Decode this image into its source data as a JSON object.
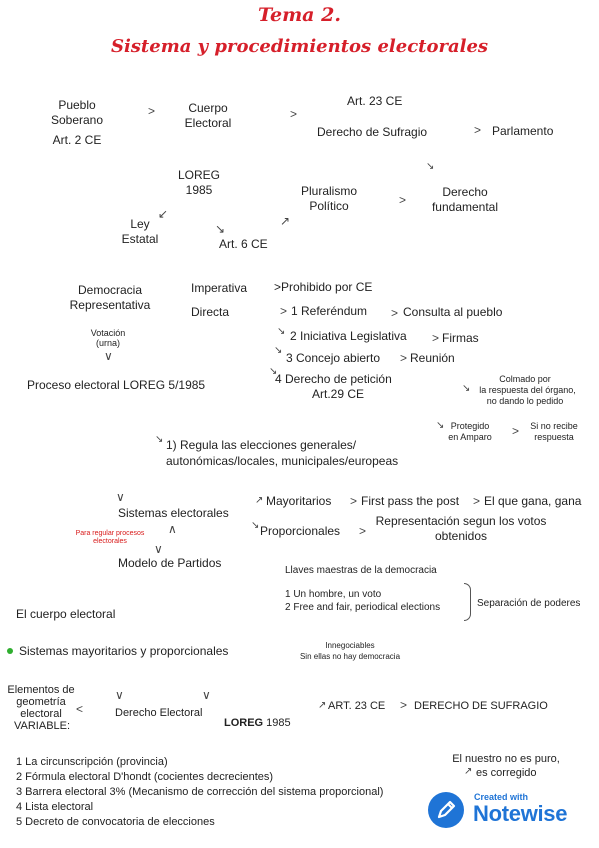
{
  "header": {
    "title": "Tema 2.",
    "subtitle": "Sistema y procedimientos electorales"
  },
  "flow1": {
    "pueblo": "Pueblo",
    "soberano": "Soberano",
    "art2": "Art. 2 CE",
    "cuerpo": "Cuerpo",
    "electoral": "Electoral",
    "art23": "Art. 23 CE",
    "derecho_sufragio": "Derecho de Sufragio",
    "parlamento": "Parlamento"
  },
  "flow2": {
    "loreg": "LOREG",
    "year": "1985",
    "ley": "Ley",
    "estatal": "Estatal",
    "art6": "Art. 6 CE",
    "pluralismo": "Pluralismo",
    "politico": "Político",
    "derecho": "Derecho",
    "fundamental": "fundamental"
  },
  "democracia": {
    "label1": "Democracia",
    "label2": "Representativa",
    "imperativa": "Imperativa",
    "prohibido": ">Prohibido por CE",
    "directa": "Directa",
    "item1": "1  Referéndum",
    "item1b": "Consulta al pueblo",
    "item2": "2  Iniciativa Legislativa",
    "item2b": "Firmas",
    "item3": "3  Concejo abierto",
    "item3b": "Reunión",
    "item4": "4  Derecho de petición",
    "item4b": "Art.29 CE",
    "votacion": "Votación",
    "urna": "(urna)",
    "colmado1": "Colmado por",
    "colmado2": "la respuesta del órgano,",
    "colmado3": "no dando lo pedido",
    "protegido1": "Protegido",
    "protegido2": "en Amparo",
    "sino1": "Si no recibe",
    "sino2": "respuesta"
  },
  "proceso": {
    "title": "Proceso electoral LOREG 5/1985",
    "regula1": "1) Regula las elecciones generales/",
    "regula2": "autonómicas/locales, municipales/europeas"
  },
  "sistemas": {
    "title": "Sistemas electorales",
    "mayoritarios": "Mayoritarios",
    "first_pass": "First pass the post",
    "gana": "El que gana, gana",
    "proporcionales": "Proporcionales",
    "representacion1": "Representación segun los votos",
    "representacion2": "obtenidos",
    "para1": "Para regular procesos",
    "para2": "electorales",
    "modelo": "Modelo de Partidos"
  },
  "llaves": {
    "title": "Llaves maestras de la democracia",
    "item1": "1  Un hombre, un voto",
    "item2": "2  Free and fair, periodical elections",
    "separacion": "Separación de poderes",
    "innegociables": "Innegociables",
    "sin_ellas": "Sin ellas no hay democracia"
  },
  "sections": {
    "cuerpo_electoral": "El cuerpo electoral",
    "sistemas_mayoritarios": "Sistemas mayoritarios y proporcionales"
  },
  "elementos": {
    "line1": "Elementos de",
    "line2": "geometría",
    "line3": "electoral",
    "line4": "VARIABLE:",
    "derecho_electoral": "Derecho Electoral",
    "loreg": "LOREG",
    "loreg_year": " 1985",
    "art23": "ART. 23 CE",
    "derecho_sufragio": "DERECHO DE SUFRAGIO"
  },
  "list": [
    "1  La circunscripción (provincia)",
    "2  Fórmula electoral D'hondt (cocientes decrecientes)",
    "3  Barrera electoral 3% (Mecanismo de corrección del sistema proporcional)",
    "4  Lista electoral",
    "5  Decreto de convocatoria de elecciones"
  ],
  "nota": {
    "line1": "El nuestro no es puro,",
    "line2": "es corregido"
  },
  "badge": {
    "small": "Created with",
    "big": "Notewise"
  },
  "colors": {
    "title": "#d61f2a",
    "note_red": "#d81b1b",
    "dot": "#2fae2f",
    "badge": "#1f74d6"
  }
}
